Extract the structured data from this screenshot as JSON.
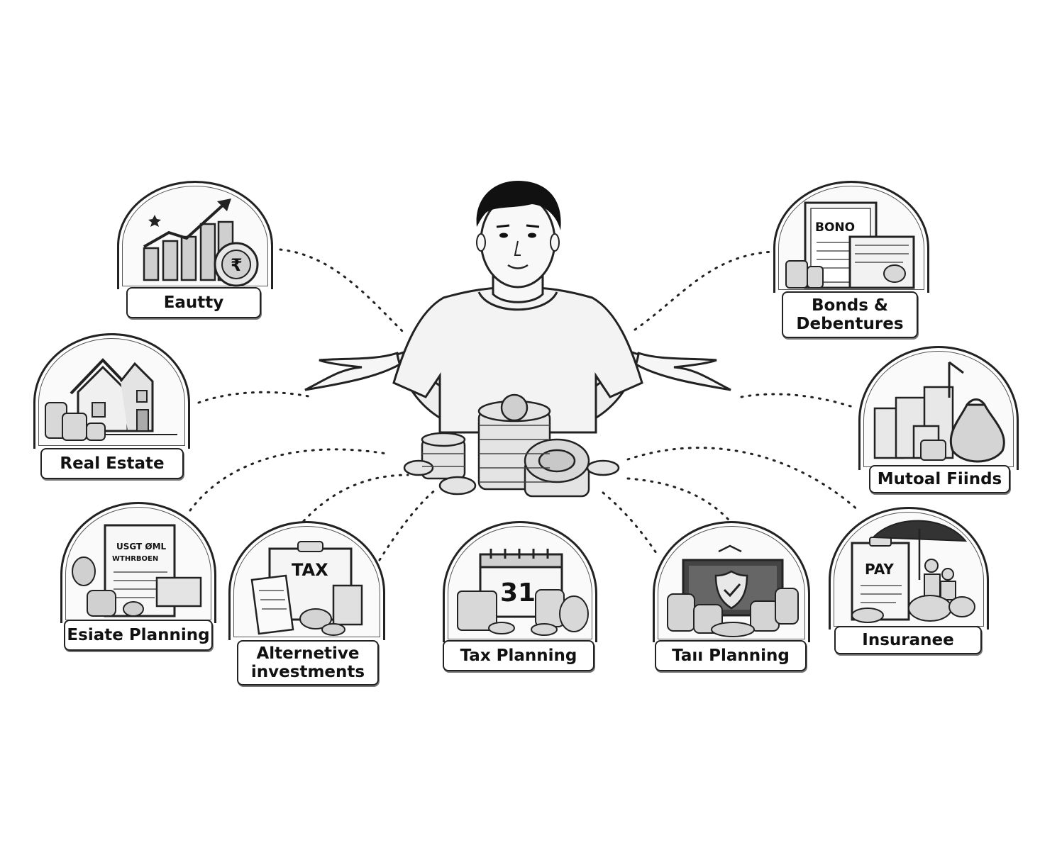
{
  "nodes": {
    "equity": {
      "label": "Eautty",
      "icon": "rising-bar-chart-coin-icon"
    },
    "bonds": {
      "label_line1": "Bonds &",
      "label_line2": "Debentures",
      "doc_text": "BONO",
      "icon": "bond-certificate-icon"
    },
    "real_estate": {
      "label": "Real Estate",
      "icon": "house-coins-icon"
    },
    "mutual_funds": {
      "label": "Mutoal Fiinds",
      "icon": "money-bag-boxes-icon"
    },
    "estate_planning": {
      "label": "Esiate Planning",
      "doc_text_line1": "USGT ØML",
      "doc_text_line2": "WTHRBOEN",
      "icon": "will-document-icon"
    },
    "alternative_investments": {
      "label_line1": "Alternetive",
      "label_line2": "investments",
      "doc_text": "TAX",
      "icon": "tax-clipboard-icon"
    },
    "tax_planning": {
      "label": "Tax Planning",
      "calendar_day": "31",
      "icon": "calendar-coins-icon"
    },
    "tail_planning": {
      "label": "Taıı Planning",
      "icon": "shield-chest-icon"
    },
    "insurance": {
      "label": "Insuranee",
      "doc_text": "PAY",
      "icon": "umbrella-family-icon"
    }
  },
  "center": {
    "icon": "person-with-coins-icon"
  },
  "colors": {
    "ink": "#222222",
    "paper": "#ffffff",
    "shade": "#d9d9d9"
  }
}
